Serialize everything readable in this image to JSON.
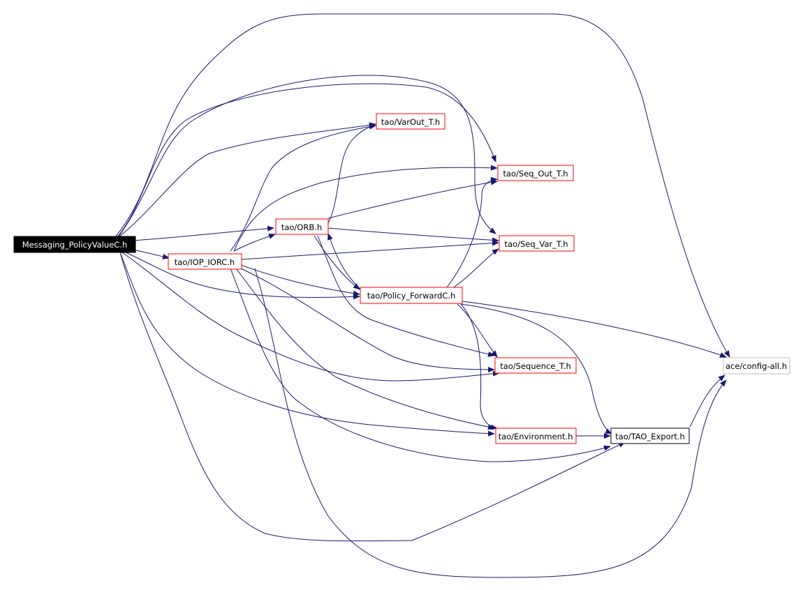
{
  "colors": {
    "edge": "#191970",
    "root_fill": "#000000",
    "root_text": "#ffffff",
    "red_border": "#ff0000",
    "black_border": "#000000",
    "gray_border": "#bfbfbf",
    "node_text": "#000000"
  },
  "nodes": {
    "root": {
      "label": "Messaging_PolicyValueC.h"
    },
    "iop": {
      "label": "tao/IOP_IORC.h"
    },
    "orb": {
      "label": "tao/ORB.h"
    },
    "varout": {
      "label": "tao/VarOut_T.h"
    },
    "seqout": {
      "label": "tao/Seq_Out_T.h"
    },
    "seqvar": {
      "label": "tao/Seq_Var_T.h"
    },
    "policy": {
      "label": "tao/Policy_ForwardC.h"
    },
    "sequence": {
      "label": "tao/Sequence_T.h"
    },
    "env": {
      "label": "tao/Environment.h"
    },
    "taoexport": {
      "label": "tao/TAO_Export.h"
    },
    "config": {
      "label": "ace/config-all.h"
    }
  },
  "edges": [
    [
      "root",
      "config"
    ],
    [
      "root",
      "varout"
    ],
    [
      "root",
      "seqout"
    ],
    [
      "root",
      "seqvar"
    ],
    [
      "root",
      "orb"
    ],
    [
      "root",
      "iop"
    ],
    [
      "root",
      "policy"
    ],
    [
      "root",
      "sequence"
    ],
    [
      "root",
      "env"
    ],
    [
      "root",
      "taoexport"
    ],
    [
      "iop",
      "orb"
    ],
    [
      "iop",
      "varout"
    ],
    [
      "iop",
      "seqout"
    ],
    [
      "iop",
      "seqvar"
    ],
    [
      "iop",
      "policy"
    ],
    [
      "iop",
      "sequence"
    ],
    [
      "iop",
      "env"
    ],
    [
      "iop",
      "taoexport"
    ],
    [
      "orb",
      "varout"
    ],
    [
      "orb",
      "seqout"
    ],
    [
      "orb",
      "seqvar"
    ],
    [
      "orb",
      "policy"
    ],
    [
      "orb",
      "sequence"
    ],
    [
      "policy",
      "orb"
    ],
    [
      "policy",
      "seqout"
    ],
    [
      "policy",
      "seqvar"
    ],
    [
      "policy",
      "sequence"
    ],
    [
      "policy",
      "env"
    ],
    [
      "policy",
      "taoexport"
    ],
    [
      "policy",
      "config"
    ],
    [
      "env",
      "taoexport"
    ],
    [
      "taoexport",
      "config"
    ]
  ]
}
